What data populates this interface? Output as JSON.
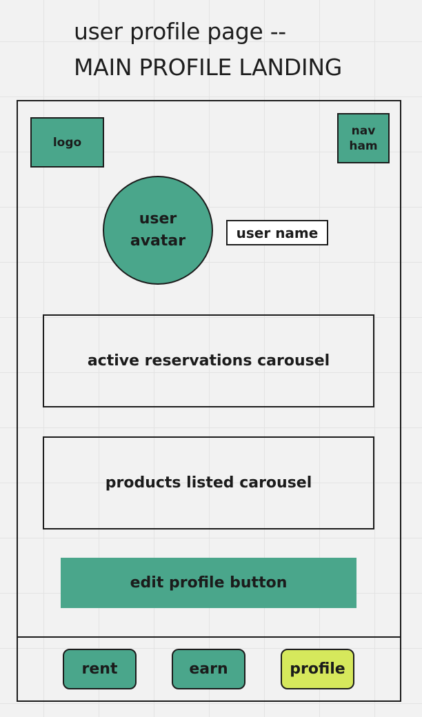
{
  "heading": {
    "line1": "user profile page --",
    "line2": "MAIN PROFILE LANDING"
  },
  "header": {
    "logo_label": "logo",
    "nav_label": "nav\nham"
  },
  "profile": {
    "avatar_label": "user\navatar",
    "username_label": "user name"
  },
  "sections": {
    "reservations_label": "active reservations carousel",
    "products_label": "products listed carousel"
  },
  "edit_button_label": "edit profile button",
  "tabs": [
    {
      "label": "rent",
      "active": false
    },
    {
      "label": "earn",
      "active": false
    },
    {
      "label": "profile",
      "active": true
    }
  ],
  "colors": {
    "placeholder_green": "#4aa68b",
    "active_tab": "#d6e85c",
    "canvas": "#f2f2f2"
  }
}
